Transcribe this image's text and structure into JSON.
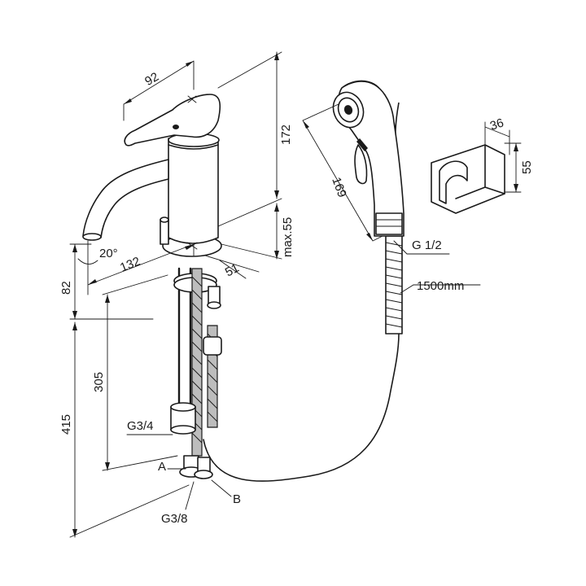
{
  "dimensions": {
    "handle_width": "92",
    "body_height": "172",
    "max_deck": "max.55",
    "spout_reach": "132",
    "spout_angle": "20°",
    "base_depth": "51",
    "spout_offset": "82",
    "hose_length_lower": "305",
    "total_length": "415",
    "shower_length": "169",
    "holder_width": "36",
    "holder_height": "55"
  },
  "labels": {
    "inlet_thread": "G3/4",
    "connector_a": "A",
    "connector_b": "B",
    "outlet_thread": "G3/8",
    "shower_thread": "G 1/2",
    "shower_hose": "1500mm"
  },
  "colors": {
    "line": "#1a1a1a",
    "background": "#ffffff",
    "braid": "#bdbdbd"
  }
}
